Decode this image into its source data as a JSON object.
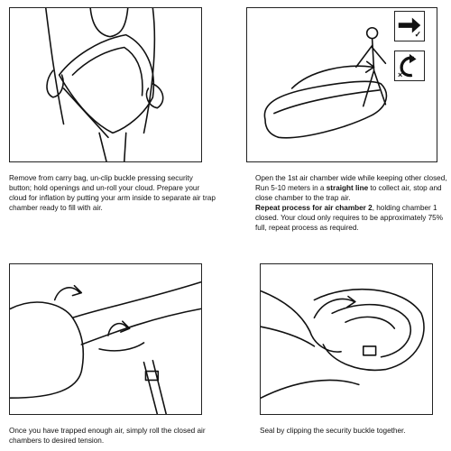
{
  "steps": [
    {
      "caption": "Remove from carry bag, un-clip buckle pressing security button; hold openings and un-roll your cloud. Prepare your cloud for inflation by putting your arm inside to separate air trap chamber ready to fill with air."
    },
    {
      "caption_lead": "Open the 1st air chamber wide while keeping other closed, Run 5-10 meters in a ",
      "caption_bold1": "straight line",
      "caption_mid": " to collect air, stop and close chamber to the trap air.",
      "caption_bold2": "Repeat process for air chamber 2",
      "caption_tail": ", holding chamber 1 closed. Your cloud only requires to be approximately 75% full, repeat process  as required.",
      "badges": [
        {
          "icon": "arrow-right-icon",
          "mark": "✓"
        },
        {
          "icon": "curved-arrow-icon",
          "mark": "×"
        }
      ]
    },
    {
      "caption": "Once you have trapped enough air, simply roll the closed air chambers to desired tension."
    },
    {
      "caption": "Seal by clipping the security buckle together."
    }
  ]
}
